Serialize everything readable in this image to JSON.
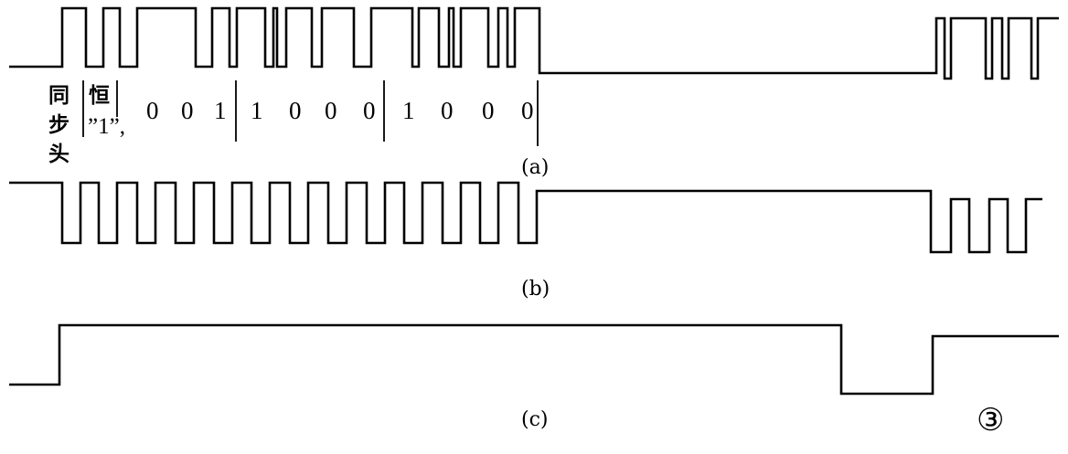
{
  "waveforms": {
    "a": {
      "caption": "(a)"
    },
    "b": {
      "caption": "(b)"
    },
    "c": {
      "caption": "(c)"
    }
  },
  "fields": {
    "sync_header_chars": [
      "同",
      "步",
      "头"
    ],
    "constant_label": "恒",
    "constant_value": "”1”,",
    "bits_group_1": [
      "0",
      "0",
      "1"
    ],
    "bits_group_2": [
      "1",
      "0",
      "0",
      "0"
    ],
    "bits_group_3": [
      "1",
      "0",
      "0",
      "0"
    ]
  },
  "figure_mark": "③"
}
